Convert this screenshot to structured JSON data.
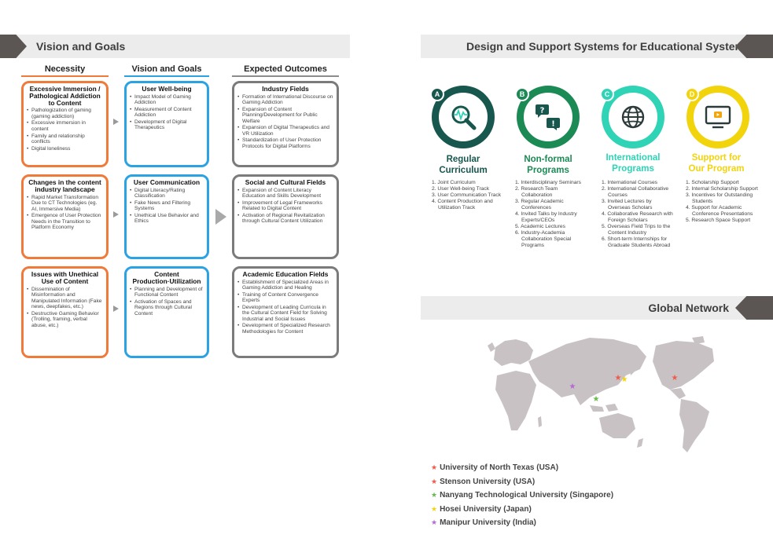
{
  "vision": {
    "banner_title": "Vision and Goals",
    "columns": [
      "Necessity",
      "Vision and Goals",
      "Expected Outcomes"
    ],
    "necessity": [
      {
        "title": "Excessive Immersion / Pathological Addiction to Content",
        "items": [
          "Pathologization of gaming (gaming addiction)",
          "Excessive immersion in content",
          "Family and relationship conflicts",
          "Digital loneliness"
        ]
      },
      {
        "title": "Changes in the content industry landscape",
        "items": [
          "Rapid Market Transformation Due to CT Technologies (eg. AI, Immersive Media)",
          "Emergence of User Protection Needs in the Transition to Platform Economy"
        ]
      },
      {
        "title": "Issues with Unethical Use of Content",
        "items": [
          "Dissemination of Misinformation and Manipulated Information (Fake news, deepfakes, etc.)",
          "Destructive Gaming Behavior (Trolling, framing, verbal abuse, etc.)"
        ]
      }
    ],
    "goals": [
      {
        "title": "User Well-being",
        "items": [
          "Impact Model of Gaming Addiction",
          "Measurement of Content Addiction",
          "Development of Digital Therapeutics"
        ]
      },
      {
        "title": "User Communication",
        "items": [
          "Digital Literacy/Rating Classification",
          "Fake News and Filtering Systems",
          "Unethical Use Behavior and Ethics"
        ]
      },
      {
        "title": "Content Production·Utilization",
        "items": [
          "Planning and Development of Functional Content",
          "Activation of Spaces and Regions through Cultural Content"
        ]
      }
    ],
    "outcomes": [
      {
        "title": "Industry Fields",
        "items": [
          "Formation of International Discourse on Gaming Addiction",
          "Expansion of Content Planning/Development for Public Welfare",
          "Expansion of Digital Therapeutics and VR Utilization",
          "Standardization of User Protection Protocols for Digital Platforms"
        ]
      },
      {
        "title": "Social and Cultural Fields",
        "items": [
          "Expansion of Content Literacy Education and Skills Development",
          "Improvement of Legal Frameworks Related to Digital Content",
          "Activation of Regional Revitalization through Cultural Content Utilization"
        ]
      },
      {
        "title": "Academic Education Fields",
        "items": [
          "Establishment of Specialized Areas in Gaming Addiction and Healing",
          "Training of Content Convergence Experts",
          "Development of Leading Curricula in the Cultural Content Field for Solving Industrial and Social Issues",
          "Development of Specialized Research Methodologies for Content"
        ]
      }
    ]
  },
  "design": {
    "banner_title": "Design and Support Systems for Educational Systems",
    "programs": [
      {
        "badge": "A",
        "icon": "magnifier-heartbeat-icon",
        "color": "#17574e",
        "title": [
          "Regular",
          "Curriculum"
        ],
        "items": [
          "1. Joint Curriculum",
          "2. User Well-being Track",
          "3. User Communication Track",
          "4. Content Production and Utilization Track"
        ]
      },
      {
        "badge": "B",
        "icon": "chat-bubbles-icon",
        "color": "#1c8a55",
        "title": [
          "Non-formal",
          "Programs"
        ],
        "items": [
          "1. Interdisciplinary Seminars",
          "2. Research Team Collaboration",
          "3. Regular Academic Conferences",
          "4. Invited Talks by Industry Experts/CEOs",
          "5. Academic Lectures",
          "6. Industry-Academia Collaboration Special Programs"
        ]
      },
      {
        "badge": "C",
        "icon": "globe-icon",
        "color": "#2fd3b6",
        "title": [
          "International",
          "Programs"
        ],
        "items": [
          "1. International Courses",
          "2. International Collaborative Courses",
          "3. Invited Lectures by Overseas Scholars",
          "4. Collaborative Research with Foreign Scholars",
          "5. Overseas Field Trips to the Content Industry",
          "6. Short-term Internships for Graduate Students Abroad"
        ]
      },
      {
        "badge": "D",
        "icon": "monitor-play-icon",
        "color": "#f2d40d",
        "title": [
          "Support for",
          "Our Program"
        ],
        "items": [
          "1. Scholarship Support",
          "2. Internal Scholarship Support",
          "3. Incentives for Outstanding Students",
          "4. Support for Academic Conference Presentations",
          "5. Research Space Support"
        ]
      }
    ]
  },
  "network": {
    "banner_title": "Global Network",
    "partners": [
      {
        "name": "University of North Texas (USA)",
        "color": "#ef5b4a"
      },
      {
        "name": "Stenson University (USA)",
        "color": "#ef5b4a"
      },
      {
        "name": "Nanyang Technological University (Singapore)",
        "color": "#6cb84c"
      },
      {
        "name": "Hosei University (Japan)",
        "color": "#f2d40d"
      },
      {
        "name": "Manipur University (India)",
        "color": "#b46ad3"
      }
    ]
  }
}
